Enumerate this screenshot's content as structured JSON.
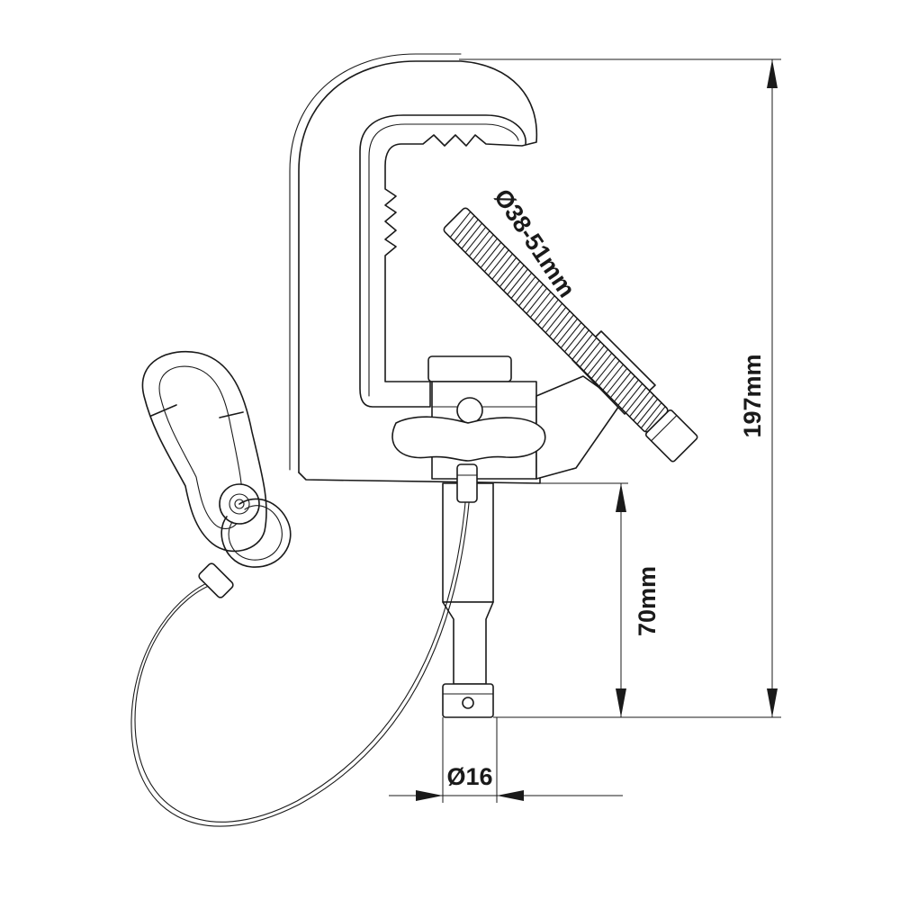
{
  "dimensions": {
    "total_height": "197mm",
    "spigot_length": "70mm",
    "spigot_diameter": "Ø16",
    "clamp_range": "Ø38-51mm"
  },
  "colors": {
    "line": "#1a1a1a",
    "background": "#ffffff"
  }
}
